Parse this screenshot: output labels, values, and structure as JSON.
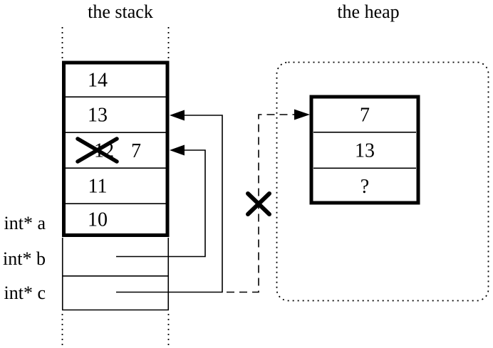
{
  "colors": {
    "ink": "#000000",
    "background": "#ffffff"
  },
  "stack": {
    "title": "the stack",
    "cells": [
      "14",
      "13",
      "12",
      "11",
      "10"
    ],
    "overwrite_value": "7",
    "pointer_labels": [
      "int* a",
      "int* b",
      "int* c"
    ]
  },
  "heap": {
    "title": "the heap",
    "cells": [
      "7",
      "13",
      "?"
    ]
  }
}
